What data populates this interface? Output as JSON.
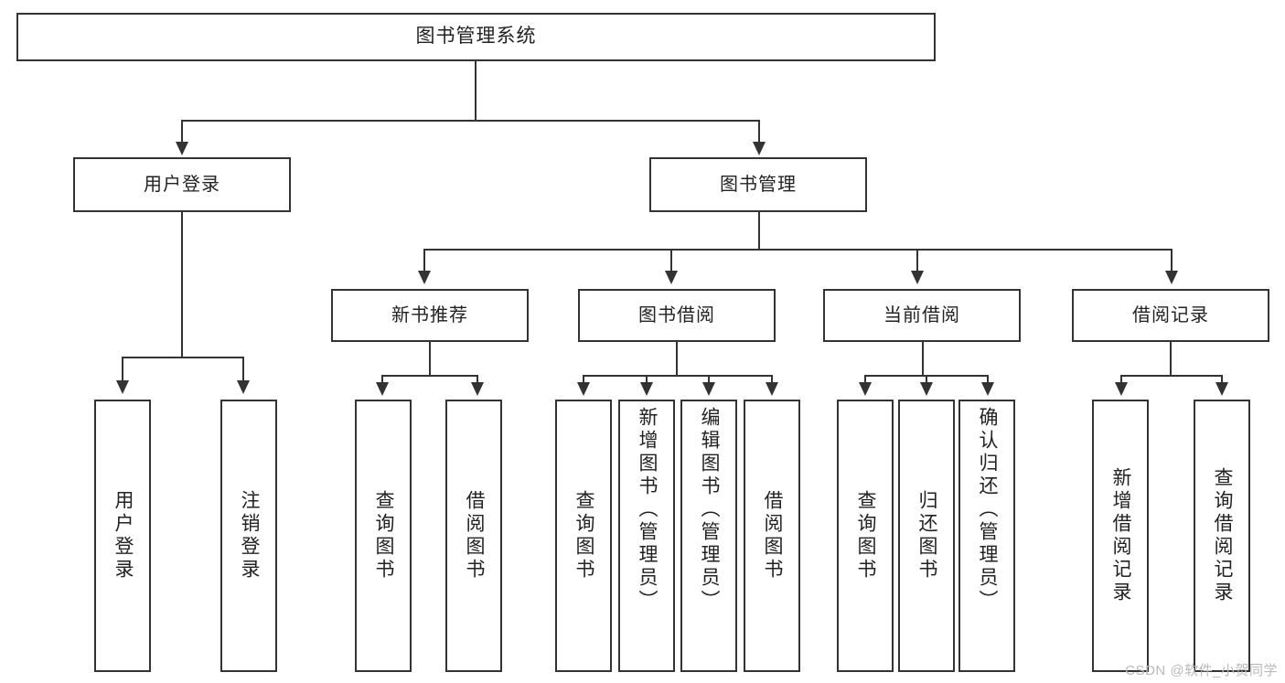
{
  "diagram": {
    "title": "图书管理系统",
    "type": "tree",
    "root": {
      "label": "图书管理系统"
    },
    "level2": [
      {
        "label": "用户登录"
      },
      {
        "label": "图书管理"
      }
    ],
    "level3": [
      {
        "label": "新书推荐"
      },
      {
        "label": "图书借阅"
      },
      {
        "label": "当前借阅"
      },
      {
        "label": "借阅记录"
      }
    ],
    "leaves": {
      "user_login": [
        {
          "label": "用户登录"
        },
        {
          "label": "注销登录"
        }
      ],
      "new_book_recommend": [
        {
          "label": "查询图书"
        },
        {
          "label": "借阅图书"
        }
      ],
      "book_borrow": [
        {
          "label": "查询图书"
        },
        {
          "label": "新增图书（管理员）"
        },
        {
          "label": "编辑图书（管理员）"
        },
        {
          "label": "借阅图书"
        }
      ],
      "current_borrow": [
        {
          "label": "查询图书"
        },
        {
          "label": "归还图书"
        },
        {
          "label": "确认归还（管理员）"
        }
      ],
      "borrow_record": [
        {
          "label": "新增借阅记录"
        },
        {
          "label": "查询借阅记录"
        }
      ]
    }
  },
  "watermark": {
    "text": "CSDN @软件_小贺同学"
  },
  "colors": {
    "stroke": "#333333",
    "text": "#222222",
    "background": "#ffffff",
    "watermark": "#b9b9b9"
  }
}
